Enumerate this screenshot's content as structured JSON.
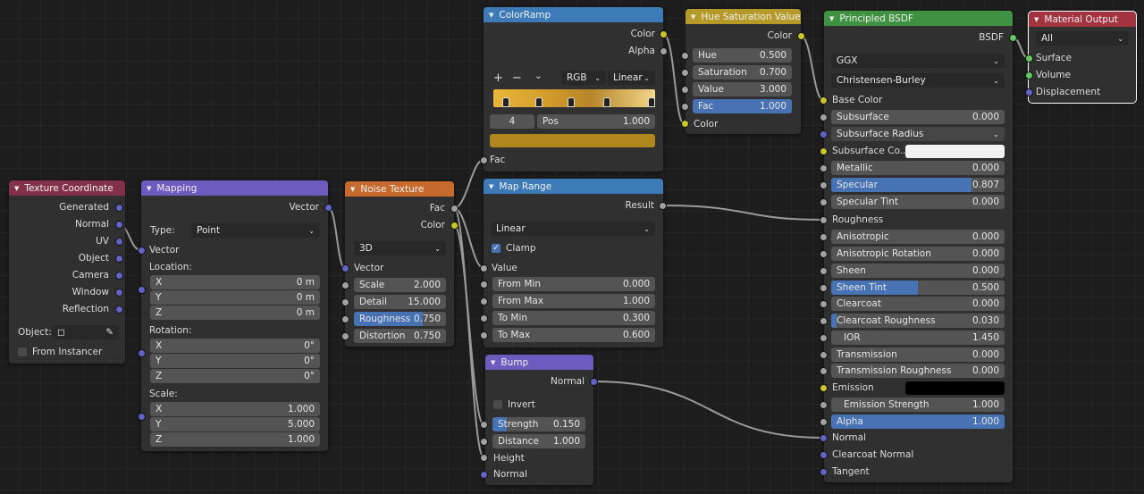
{
  "colors": {
    "input_hdr": "#83314a",
    "vector_hdr": "#6e5bbf",
    "texture_hdr": "#c66a2e",
    "converter_hdr": "#3d7ab8",
    "color_hdr": "#b59a2a",
    "shader_hdr": "#3f9241",
    "output_hdr": "#a3333f",
    "value_fill": "#4772b3"
  },
  "tex_coord": {
    "title": "Texture Coordinate",
    "outputs": [
      "Generated",
      "Normal",
      "UV",
      "Object",
      "Camera",
      "Window",
      "Reflection"
    ],
    "object_label": "Object:",
    "from_instancer": "From Instancer"
  },
  "mapping": {
    "title": "Mapping",
    "out_vector": "Vector",
    "type_label": "Type:",
    "type_value": "Point",
    "in_vector": "Vector",
    "location_label": "Location:",
    "loc": [
      {
        "k": "X",
        "v": "0 m"
      },
      {
        "k": "Y",
        "v": "0 m"
      },
      {
        "k": "Z",
        "v": "0 m"
      }
    ],
    "rotation_label": "Rotation:",
    "rot": [
      {
        "k": "X",
        "v": "0°"
      },
      {
        "k": "Y",
        "v": "0°"
      },
      {
        "k": "Z",
        "v": "0°"
      }
    ],
    "scale_label": "Scale:",
    "scl": [
      {
        "k": "X",
        "v": "1.000"
      },
      {
        "k": "Y",
        "v": "5.000"
      },
      {
        "k": "Z",
        "v": "1.000"
      }
    ]
  },
  "noise": {
    "title": "Noise Texture",
    "out_fac": "Fac",
    "out_color": "Color",
    "dim": "3D",
    "in_vector": "Vector",
    "fields": [
      {
        "k": "Scale",
        "v": "2.000"
      },
      {
        "k": "Detail",
        "v": "15.000"
      },
      {
        "k": "Roughness",
        "v": "0.750",
        "fill": 0.75
      },
      {
        "k": "Distortion",
        "v": "0.750"
      }
    ]
  },
  "colorramp": {
    "title": "ColorRamp",
    "out_color": "Color",
    "out_alpha": "Alpha",
    "plus": "+",
    "minus": "−",
    "chev": "⌄",
    "mode": "RGB",
    "interp": "Linear",
    "index": "4",
    "pos_label": "Pos",
    "pos_value": "1.000",
    "in_fac": "Fac",
    "swatch": "#b0871d",
    "stops": [
      0.08,
      0.28,
      0.48,
      0.7,
      0.98
    ]
  },
  "maprange": {
    "title": "Map Range",
    "out_result": "Result",
    "interp": "Linear",
    "clamp": "Clamp",
    "in_value": "Value",
    "fields": [
      {
        "k": "From Min",
        "v": "0.000"
      },
      {
        "k": "From Max",
        "v": "1.000"
      },
      {
        "k": "To Min",
        "v": "0.300"
      },
      {
        "k": "To Max",
        "v": "0.600"
      }
    ]
  },
  "bump": {
    "title": "Bump",
    "out_normal": "Normal",
    "invert": "Invert",
    "fields": [
      {
        "k": "Strength",
        "v": "0.150",
        "fill": 0.15
      },
      {
        "k": "Distance",
        "v": "1.000"
      }
    ],
    "in_height": "Height",
    "in_normal": "Normal"
  },
  "hsv": {
    "title": "Hue Saturation Value",
    "out_color": "Color",
    "fields": [
      {
        "k": "Hue",
        "v": "0.500"
      },
      {
        "k": "Saturation",
        "v": "0.700"
      },
      {
        "k": "Value",
        "v": "3.000"
      },
      {
        "k": "Fac",
        "v": "1.000",
        "fill": 1
      }
    ],
    "in_color": "Color"
  },
  "bsdf": {
    "title": "Principled BSDF",
    "out_bsdf": "BSDF",
    "dist": "GGX",
    "sss": "Christensen-Burley",
    "base_color": "Base Color",
    "subsurface": {
      "k": "Subsurface",
      "v": "0.000"
    },
    "ss_radius": "Subsurface Radius",
    "ss_color": "Subsurface Co...",
    "fields": [
      {
        "k": "Metallic",
        "v": "0.000",
        "fill": 0
      },
      {
        "k": "Specular",
        "v": "0.807",
        "fill": 0.807
      },
      {
        "k": "Specular Tint",
        "v": "0.000",
        "fill": 0
      }
    ],
    "roughness": "Roughness",
    "fields2": [
      {
        "k": "Anisotropic",
        "v": "0.000",
        "fill": 0
      },
      {
        "k": "Anisotropic Rotation",
        "v": "0.000",
        "fill": 0
      },
      {
        "k": "Sheen",
        "v": "0.000",
        "fill": 0
      },
      {
        "k": "Sheen Tint",
        "v": "0.500",
        "fill": 0.5
      },
      {
        "k": "Clearcoat",
        "v": "0.000",
        "fill": 0
      },
      {
        "k": "Clearcoat Roughness",
        "v": "0.030",
        "fill": 0.03
      }
    ],
    "ior": {
      "k": "IOR",
      "v": "1.450"
    },
    "fields3": [
      {
        "k": "Transmission",
        "v": "0.000",
        "fill": 0
      },
      {
        "k": "Transmission Roughness",
        "v": "0.000",
        "fill": 0
      }
    ],
    "emission": "Emission",
    "fields4": [
      {
        "k": "Emission Strength",
        "v": "1.000",
        "fill": 0
      },
      {
        "k": "Alpha",
        "v": "1.000",
        "fill": 1
      }
    ],
    "normal": "Normal",
    "cc_normal": "Clearcoat Normal",
    "tangent": "Tangent"
  },
  "output": {
    "title": "Material Output",
    "target": "All",
    "inputs": [
      "Surface",
      "Volume",
      "Displacement"
    ]
  }
}
